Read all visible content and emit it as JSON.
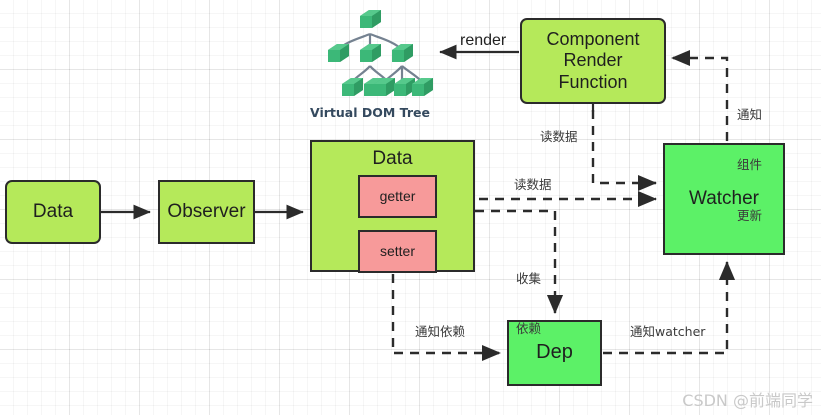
{
  "diagram": {
    "title": "Vue reactivity data flow diagram",
    "background": "#ffffff",
    "grid_color": "#eeeeee",
    "colors": {
      "lime_box": "#b5e95a",
      "bright_green_box": "#5cf167",
      "pink_box": "#f79a9a",
      "cube_green": "#3cb878",
      "stroke": "#2b2b2b",
      "label_text": "#3a3a3a",
      "caption_text": "#34495e",
      "watermark": "#c9c9c9"
    }
  },
  "nodes": {
    "data_left": {
      "label": "Data"
    },
    "observer": {
      "label": "Observer"
    },
    "data_main": {
      "label": "Data",
      "getter": "getter",
      "setter": "setter"
    },
    "component_render_function": {
      "label": "Component\nRender\nFunction",
      "line1": "Component",
      "line2": "Render",
      "line3": "Function"
    },
    "watcher": {
      "label": "Watcher"
    },
    "dep": {
      "label": "Dep"
    },
    "virtual_dom": {
      "caption": "Virtual DOM Tree"
    }
  },
  "edges": {
    "render": {
      "label": "render"
    },
    "read_data_top": {
      "label": "读数据"
    },
    "read_data_bottom": {
      "label": "读数据"
    },
    "collect_dependency": {
      "label": "收集\n依赖",
      "line1": "收集",
      "line2": "依赖"
    },
    "notify_dependency": {
      "label": "通知依赖"
    },
    "notify_watcher": {
      "label": "通知watcher"
    },
    "notify_component_update": {
      "label": "通知\n组件\n更新",
      "line1": "通知",
      "line2": "组件",
      "line3": "更新"
    }
  },
  "watermark": {
    "text": "CSDN @前端同学"
  }
}
